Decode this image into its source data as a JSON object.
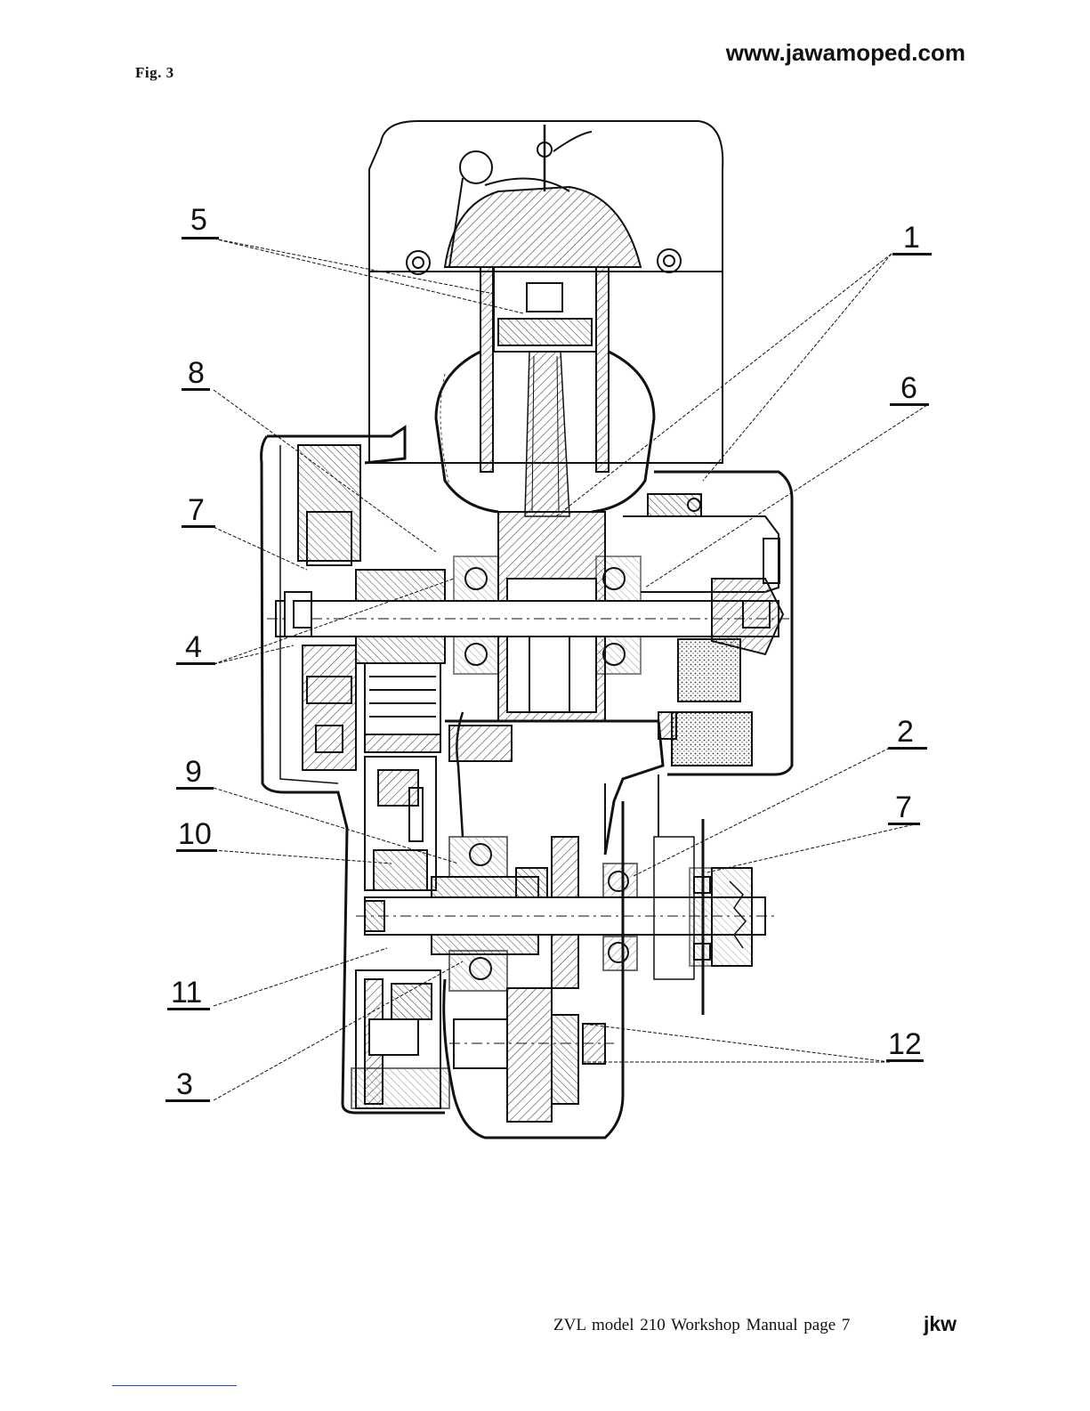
{
  "figure": {
    "label": "Fig. 3"
  },
  "header": {
    "site_url": "www.jawamoped.com"
  },
  "callouts": {
    "c1": "1",
    "c2": "2",
    "c3": "3",
    "c4": "4",
    "c5": "5",
    "c6": "6",
    "c7_left": "7",
    "c7_right": "7",
    "c8": "8",
    "c9": "9",
    "c10": "10",
    "c11": "11",
    "c12": "12"
  },
  "footer": {
    "text": "ZVL model 210   Workshop Manual   page 7",
    "brand": "jkw"
  },
  "colors": {
    "ink": "#111111",
    "hatch": "#444444",
    "paper": "#ffffff",
    "link": "#2244cc"
  }
}
